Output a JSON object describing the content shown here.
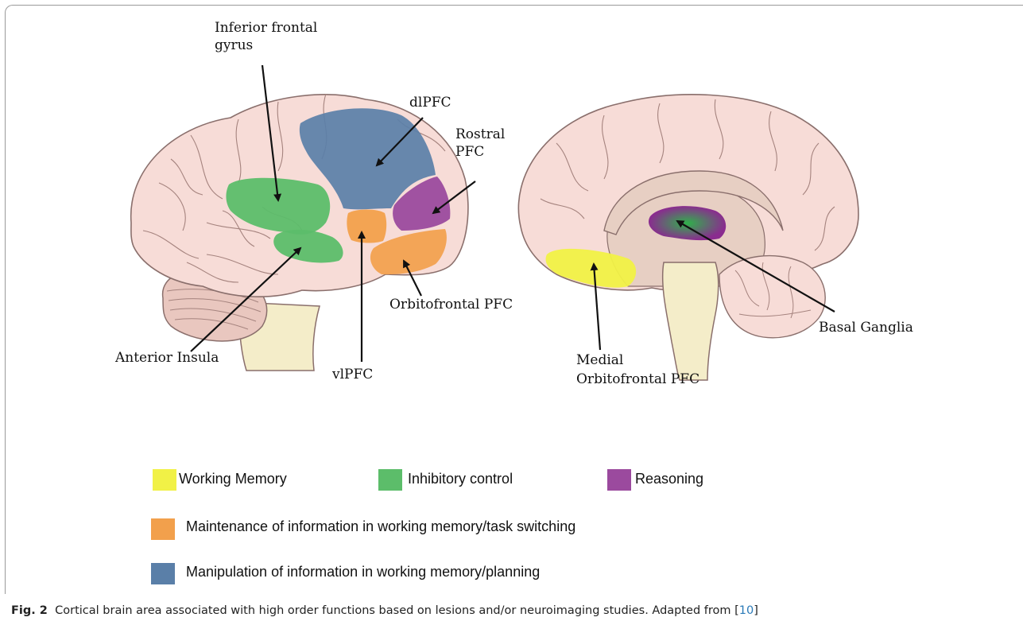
{
  "labels": {
    "inferior_frontal_line1": "Inferior frontal",
    "inferior_frontal_line2": "gyrus",
    "dlpfc": "dlPFC",
    "rostral_line1": "Rostral",
    "rostral_line2": "PFC",
    "orbitofrontal": "Orbitofrontal PFC",
    "anterior_insula": "Anterior Insula",
    "vlpfc": "vlPFC",
    "basal_ganglia": "Basal Ganglia",
    "medial_ofc_line1": "Medial",
    "medial_ofc_line2": "Orbitofrontal PFC"
  },
  "legend": [
    {
      "label": "Working Memory",
      "color": "#f1f146"
    },
    {
      "label": "Inhibitory control",
      "color": "#5cbd6a"
    },
    {
      "label": "Reasoning",
      "color": "#9b4a9e"
    },
    {
      "label": "Maintenance of information in working memory/task switching",
      "color": "#f2a04c"
    },
    {
      "label": "Manipulation of information in working memory/planning",
      "color": "#5a7fa8"
    }
  ],
  "colors": {
    "brain": "#f7dcd7",
    "brain_outline": "#8a6f6c",
    "medial_inner": "#e7cfc3",
    "brainstem": "#f4edc9"
  },
  "caption": {
    "fig": "Fig. 2",
    "text": "Cortical brain area associated with high order functions based on lesions and/or neuroimaging studies. Adapted from [",
    "ref": "10",
    "end": "]"
  }
}
